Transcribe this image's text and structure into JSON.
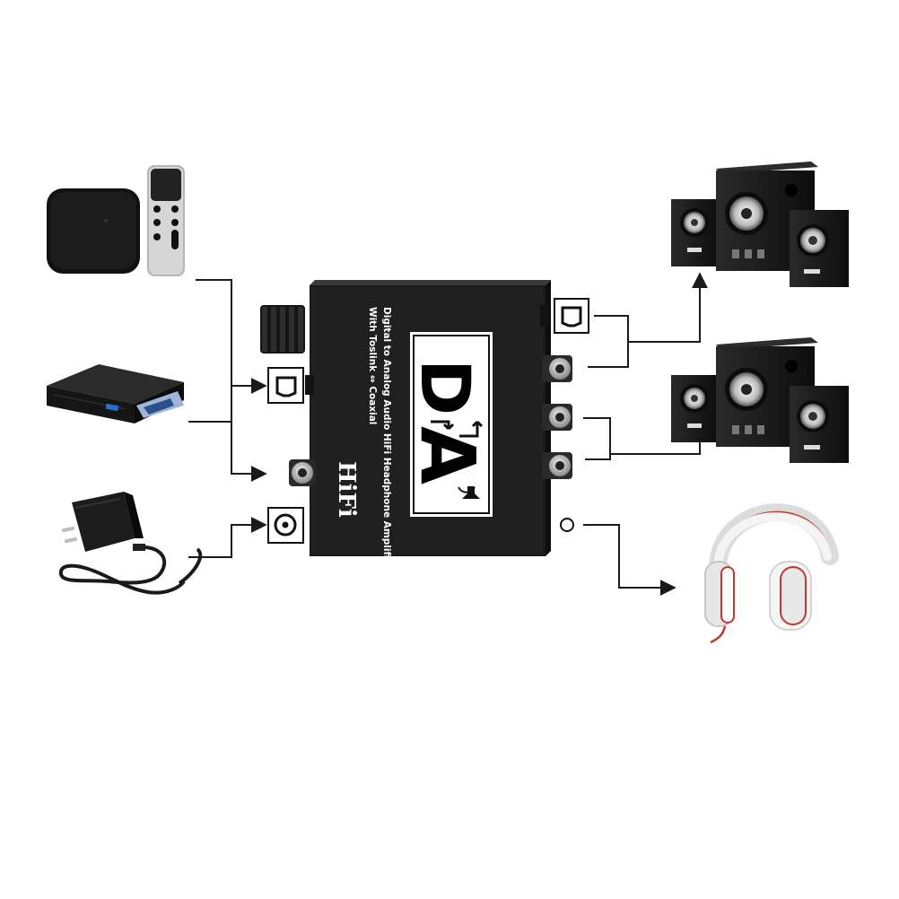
{
  "device": {
    "label_line1": "Digital to Analog Audio HiFi Headphone Amplifier",
    "label_line2": "With Toslink ⇔ Coaxial",
    "logo_d": "D",
    "logo_a": "A",
    "hifi": "HiFi"
  },
  "inputs": [
    "tv-box-with-remote",
    "dvd-player",
    "power-adapter"
  ],
  "outputs": [
    "speaker-system",
    "speaker-system",
    "headphones"
  ],
  "colors": {
    "device_body": "#1a1a1a",
    "line": "#1a1a1a",
    "headphone_white": "#f2f2f2",
    "headphone_red": "#c0392b"
  }
}
